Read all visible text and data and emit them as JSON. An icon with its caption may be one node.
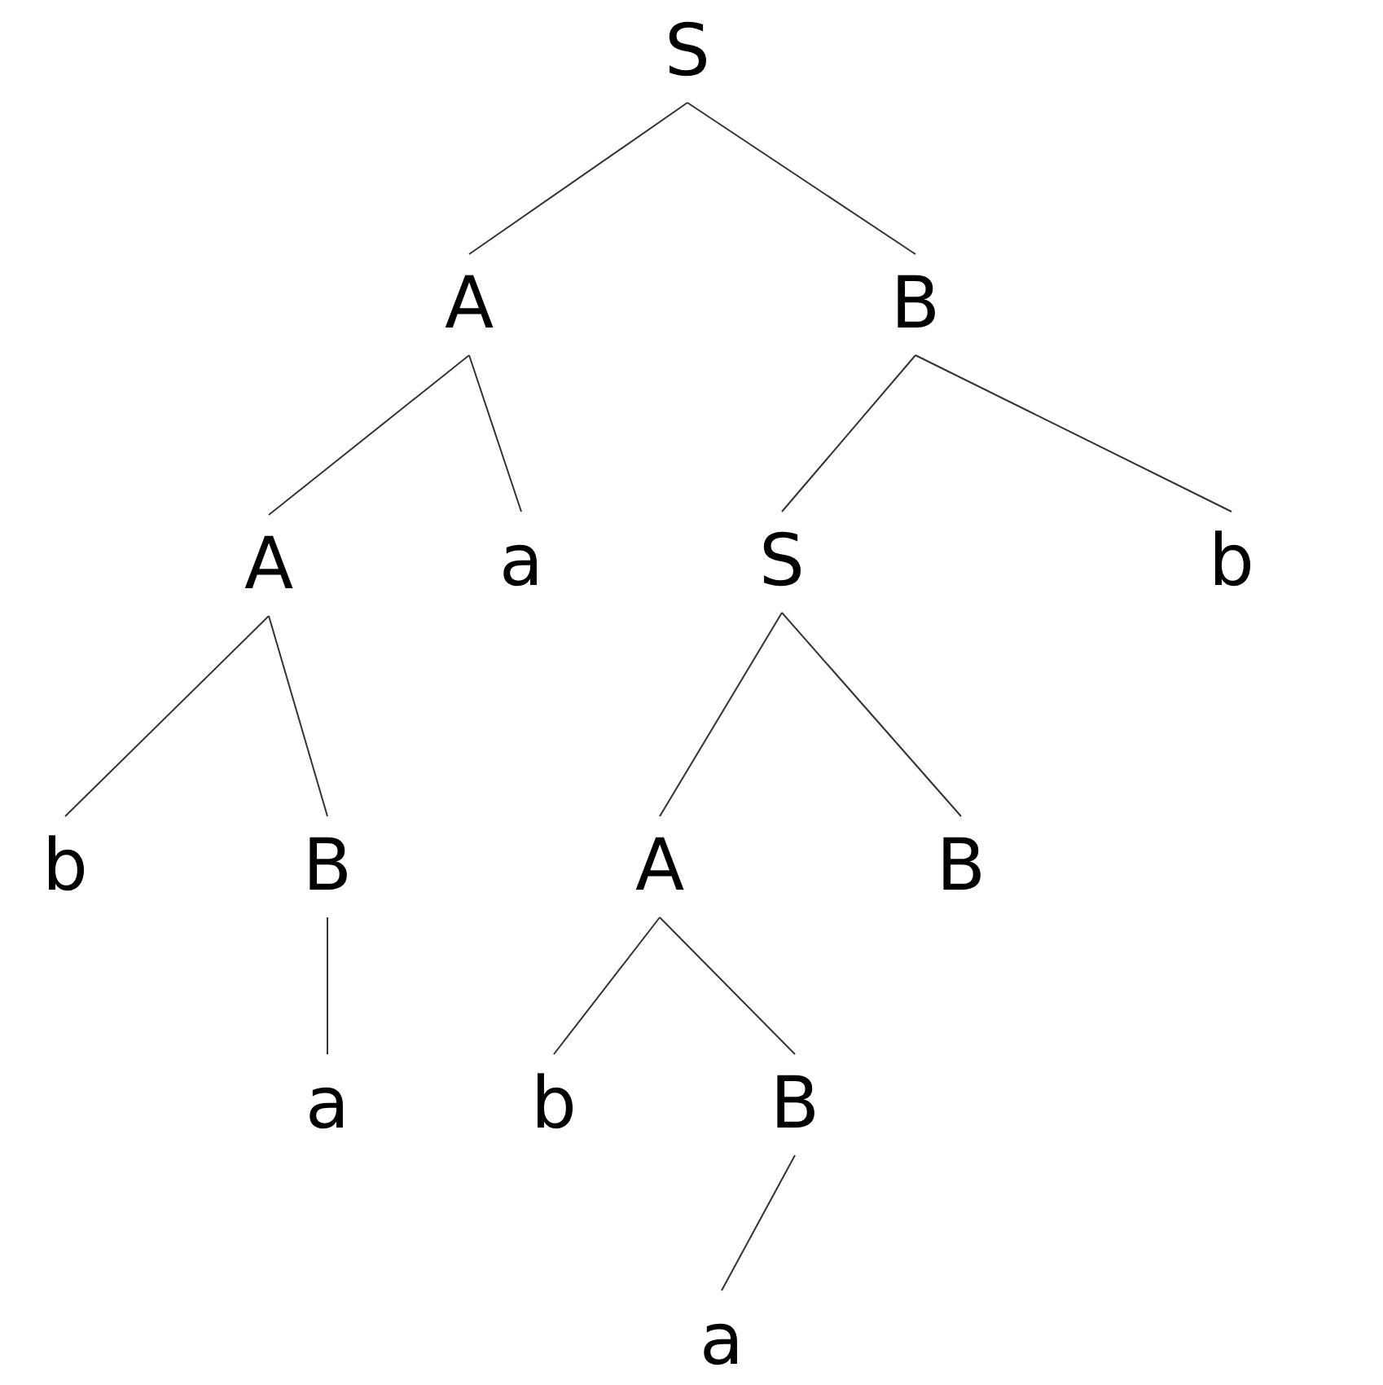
{
  "diagram": {
    "nodes": [
      {
        "text": [
          "S"
        ]
      },
      {
        "text": [
          "A"
        ]
      },
      {
        "text": [
          "B"
        ]
      },
      {
        "text": [
          "A"
        ]
      },
      {
        "text": [
          "a"
        ]
      },
      {
        "text": [
          "S"
        ]
      },
      {
        "text": [
          "b"
        ]
      },
      {
        "text": [
          "b"
        ]
      },
      {
        "text": [
          "B"
        ]
      },
      {
        "text": [
          "A"
        ]
      },
      {
        "text": [
          "B"
        ]
      },
      {
        "text": [
          "a"
        ]
      },
      {
        "text": [
          "b"
        ]
      },
      {
        "text": [
          "B"
        ]
      },
      {
        "text": [
          "a"
        ]
      }
    ],
    "edges": [
      {
        "from": 0,
        "to": 1,
        "arrow": "none"
      },
      {
        "from": 0,
        "to": 2,
        "arrow": "none"
      },
      {
        "from": 1,
        "to": 3,
        "arrow": "none"
      },
      {
        "from": 1,
        "to": 4,
        "arrow": "none"
      },
      {
        "from": 2,
        "to": 5,
        "arrow": "none"
      },
      {
        "from": 2,
        "to": 6,
        "arrow": "none"
      },
      {
        "from": 3,
        "to": 7,
        "arrow": "none"
      },
      {
        "from": 3,
        "to": 8,
        "arrow": "none"
      },
      {
        "from": 8,
        "to": 11,
        "arrow": "none"
      },
      {
        "from": 5,
        "to": 9,
        "arrow": "none"
      },
      {
        "from": 5,
        "to": 10,
        "arrow": "none"
      },
      {
        "from": 9,
        "to": 12,
        "arrow": "none"
      },
      {
        "from": 9,
        "to": 13,
        "arrow": "none"
      },
      {
        "from": 13,
        "to": 14,
        "arrow": "none"
      }
    ]
  }
}
